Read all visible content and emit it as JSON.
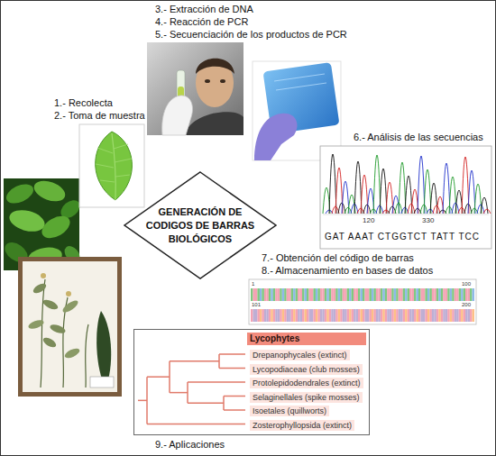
{
  "diagram": {
    "nodes": [
      {
        "text": [
          "GENERACIÓN DE CODIGOS DE BARRAS BIOLÓGICOS"
        ]
      },
      {
        "text": [
          "Lycophytes",
          "Drepanophycales (extinct)",
          "Lycopodiaceae (club mosses)",
          "Protolepidodendrales (extinct)",
          "Selaginellales (spike mosses)",
          "Isoetales (quillworts)",
          "Zosterophyllopsida (extinct)"
        ]
      }
    ],
    "labels": [
      "1.- Recolecta",
      "2.- Toma de muestra",
      "3.- Extracción de DNA",
      "4.- Reacción de PCR",
      "5.- Secuenciación de los productos de PCR",
      "6.- Análisis de las secuencias",
      "120",
      "330",
      "GAT AAAT CTGGTCT TATT TCC",
      "7.- Obtención del código de barras",
      "8.- Almacenamiento en bases de datos",
      "1",
      "100",
      "101",
      "200",
      "9.- Aplicaciones"
    ]
  }
}
